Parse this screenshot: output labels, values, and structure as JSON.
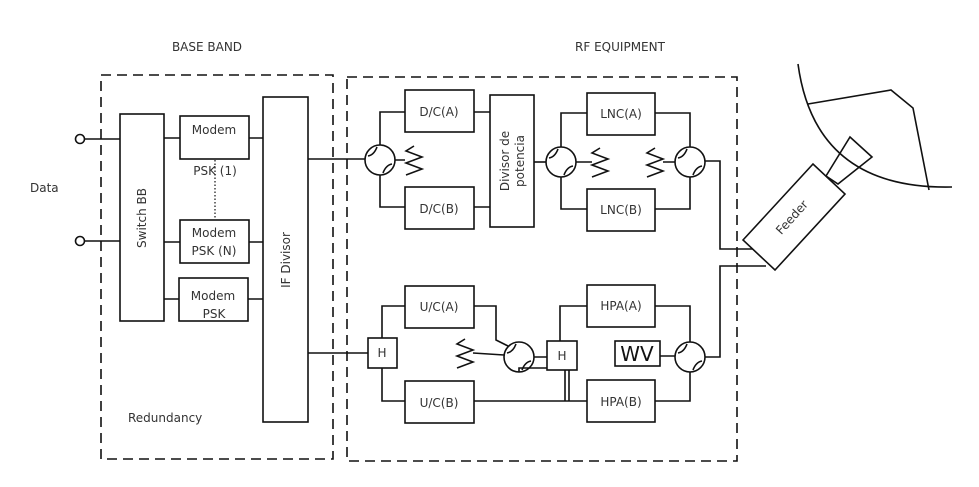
{
  "sections": {
    "base_band": "BASE BAND",
    "rf_equipment": "RF EQUIPMENT"
  },
  "labels": {
    "data": "Data",
    "switch_bb": "Switch BB",
    "modem": "Modem",
    "psk_1": "PSK (1)",
    "psk_n": "PSK (N)",
    "psk": "PSK",
    "if_divisor": "IF Divisor",
    "redundancy": "Redundancy",
    "dc_a": "D/C(A)",
    "dc_b": "D/C(B)",
    "divisor_1": "Divisor de",
    "divisor_2": "potencia",
    "lnc_a": "LNC(A)",
    "lnc_b": "LNC(B)",
    "uc_a": "U/C(A)",
    "uc_b": "U/C(B)",
    "hpa_a": "HPA(A)",
    "hpa_b": "HPA(B)",
    "hybrid": "H",
    "dummy_load": "WV",
    "feeder": "Feeder"
  }
}
